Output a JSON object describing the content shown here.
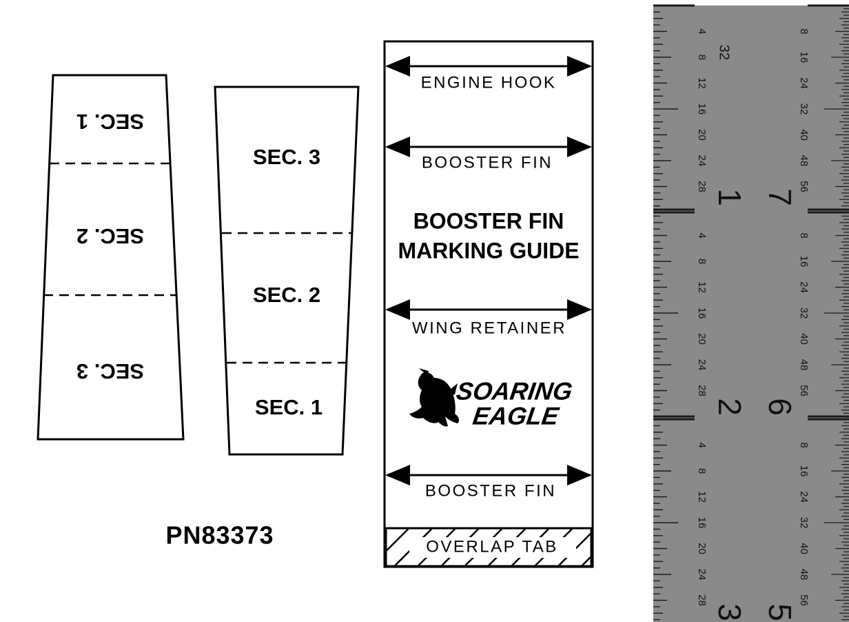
{
  "left_shroud": {
    "sections": [
      "SEC. 1",
      "SEC. 2",
      "SEC. 3"
    ]
  },
  "middle_shroud": {
    "sections": [
      "SEC. 3",
      "SEC. 2",
      "SEC. 1"
    ]
  },
  "part_number": "PN83373",
  "guide": {
    "engine_hook": "ENGINE HOOK",
    "booster_fin_top": "BOOSTER FIN",
    "title_line1": "BOOSTER FIN",
    "title_line2": "MARKING GUIDE",
    "wing_retainer": "WING RETAINER",
    "logo_line1": "SOARING",
    "logo_line2": "EAGLE",
    "booster_fin_bottom": "BOOSTER FIN",
    "overlap_tab": "OVERLAP TAB"
  },
  "ruler": {
    "inch_labels_left": [
      "1",
      "2",
      "3"
    ],
    "inch_labels_right": [
      "7",
      "6",
      "5"
    ],
    "minor_label": "32",
    "left_scale_sequence": [
      "4",
      "8",
      "12",
      "16",
      "20",
      "24",
      "28"
    ],
    "right_scale_sequence": [
      "8",
      "16",
      "24",
      "32",
      "40",
      "48",
      "56"
    ],
    "colors": {
      "background": "#8a8a8a",
      "marks": "#1a1a1a"
    }
  }
}
